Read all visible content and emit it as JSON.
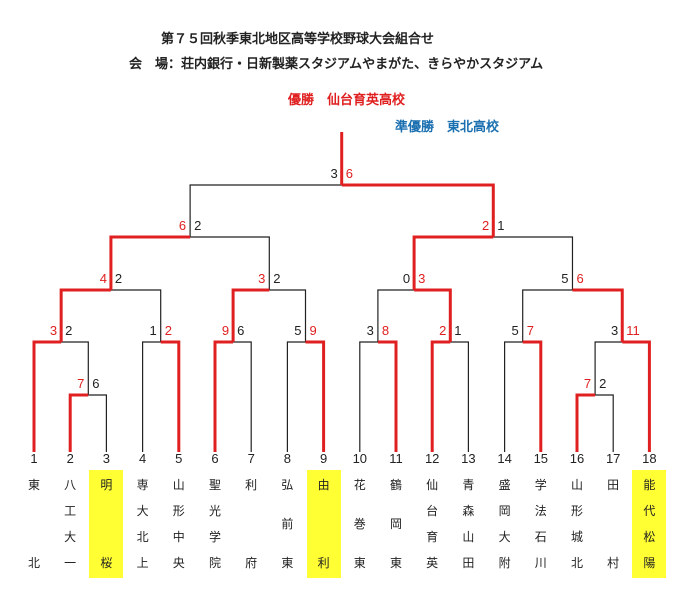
{
  "header": {
    "title": "第７５回秋季東北地区高等学校野球大会組合せ",
    "venue": "会　場：荘内銀行・日新製薬スタジアムやまがた、きらやかスタジアム",
    "champion": "優勝　仙台育英高校",
    "runner_up": "準優勝　東北高校"
  },
  "colors": {
    "winner": "#e02020",
    "loser": "#222222",
    "highlight": "#ffff33",
    "runner_up_text": "#1a6fb0"
  },
  "teams": [
    {
      "no": "1",
      "chars": [
        "東",
        "",
        "",
        "北"
      ],
      "highlight": false
    },
    {
      "no": "2",
      "chars": [
        "八",
        "工",
        "大",
        "一"
      ],
      "highlight": false
    },
    {
      "no": "3",
      "chars": [
        "明",
        "",
        "",
        "桜"
      ],
      "highlight": true
    },
    {
      "no": "4",
      "chars": [
        "専",
        "大",
        "北",
        "上"
      ],
      "highlight": false
    },
    {
      "no": "5",
      "chars": [
        "山",
        "形",
        "中",
        "央"
      ],
      "highlight": false
    },
    {
      "no": "6",
      "chars": [
        "聖",
        "光",
        "学",
        "院"
      ],
      "highlight": false
    },
    {
      "no": "7",
      "chars": [
        "利",
        "",
        "",
        "府"
      ],
      "highlight": false
    },
    {
      "no": "8",
      "chars": [
        "弘",
        "前",
        "",
        "東"
      ],
      "highlight": false
    },
    {
      "no": "9",
      "chars": [
        "由",
        "",
        "",
        "利"
      ],
      "highlight": true
    },
    {
      "no": "10",
      "chars": [
        "花",
        "巻",
        "",
        "東"
      ],
      "highlight": false
    },
    {
      "no": "11",
      "chars": [
        "鶴",
        "岡",
        "",
        "東"
      ],
      "highlight": false
    },
    {
      "no": "12",
      "chars": [
        "仙",
        "台",
        "育",
        "英"
      ],
      "highlight": false
    },
    {
      "no": "13",
      "chars": [
        "青",
        "森",
        "山",
        "田"
      ],
      "highlight": false
    },
    {
      "no": "14",
      "chars": [
        "盛",
        "岡",
        "大",
        "附"
      ],
      "highlight": false
    },
    {
      "no": "15",
      "chars": [
        "学",
        "法",
        "石",
        "川"
      ],
      "highlight": false
    },
    {
      "no": "16",
      "chars": [
        "山",
        "形",
        "城",
        "北"
      ],
      "highlight": false
    },
    {
      "no": "17",
      "chars": [
        "田",
        "",
        "",
        "村"
      ],
      "highlight": false
    },
    {
      "no": "18",
      "chars": [
        "能",
        "代",
        "松",
        "陽"
      ],
      "highlight": true
    }
  ],
  "matches": [
    {
      "id": "r1a",
      "left": "t2",
      "right": "t3",
      "score_left": "7",
      "score_right": "6",
      "winner": "left"
    },
    {
      "id": "r1b",
      "left": "t16",
      "right": "t17",
      "score_left": "7",
      "score_right": "2",
      "winner": "left"
    },
    {
      "id": "r2a",
      "left": "t1",
      "right": "r1a",
      "score_left": "3",
      "score_right": "2",
      "winner": "left"
    },
    {
      "id": "r2b",
      "left": "t4",
      "right": "t5",
      "score_left": "1",
      "score_right": "2",
      "winner": "right"
    },
    {
      "id": "r2c",
      "left": "t6",
      "right": "t7",
      "score_left": "9",
      "score_right": "6",
      "winner": "left"
    },
    {
      "id": "r2d",
      "left": "t8",
      "right": "t9",
      "score_left": "5",
      "score_right": "9",
      "winner": "right"
    },
    {
      "id": "r2e",
      "left": "t10",
      "right": "t11",
      "score_left": "3",
      "score_right": "8",
      "winner": "right"
    },
    {
      "id": "r2f",
      "left": "t12",
      "right": "t13",
      "score_left": "2",
      "score_right": "1",
      "winner": "left"
    },
    {
      "id": "r2g",
      "left": "t14",
      "right": "t15",
      "score_left": "5",
      "score_right": "7",
      "winner": "right"
    },
    {
      "id": "r2h",
      "left": "r1b",
      "right": "t18",
      "score_left": "3",
      "score_right": "11",
      "winner": "right"
    },
    {
      "id": "qf1",
      "left": "r2a",
      "right": "r2b",
      "score_left": "4",
      "score_right": "2",
      "winner": "left"
    },
    {
      "id": "qf2",
      "left": "r2c",
      "right": "r2d",
      "score_left": "3",
      "score_right": "2",
      "winner": "left"
    },
    {
      "id": "qf3",
      "left": "r2e",
      "right": "r2f",
      "score_left": "0",
      "score_right": "3",
      "winner": "right"
    },
    {
      "id": "qf4",
      "left": "r2g",
      "right": "r2h",
      "score_left": "5",
      "score_right": "6",
      "winner": "right"
    },
    {
      "id": "sf1",
      "left": "qf1",
      "right": "qf2",
      "score_left": "6",
      "score_right": "2",
      "winner": "left"
    },
    {
      "id": "sf2",
      "left": "qf3",
      "right": "qf4",
      "score_left": "2",
      "score_right": "1",
      "winner": "left"
    },
    {
      "id": "final",
      "left": "sf1",
      "right": "sf2",
      "score_left": "3",
      "score_right": "6",
      "winner": "right"
    }
  ]
}
